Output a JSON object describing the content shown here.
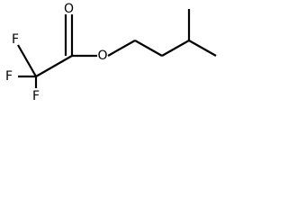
{
  "structure": {
    "atoms": {
      "o_carbonyl": "O",
      "o_ester": "O",
      "f_top": "F",
      "f_left": "F",
      "f_bottom": "F"
    }
  }
}
